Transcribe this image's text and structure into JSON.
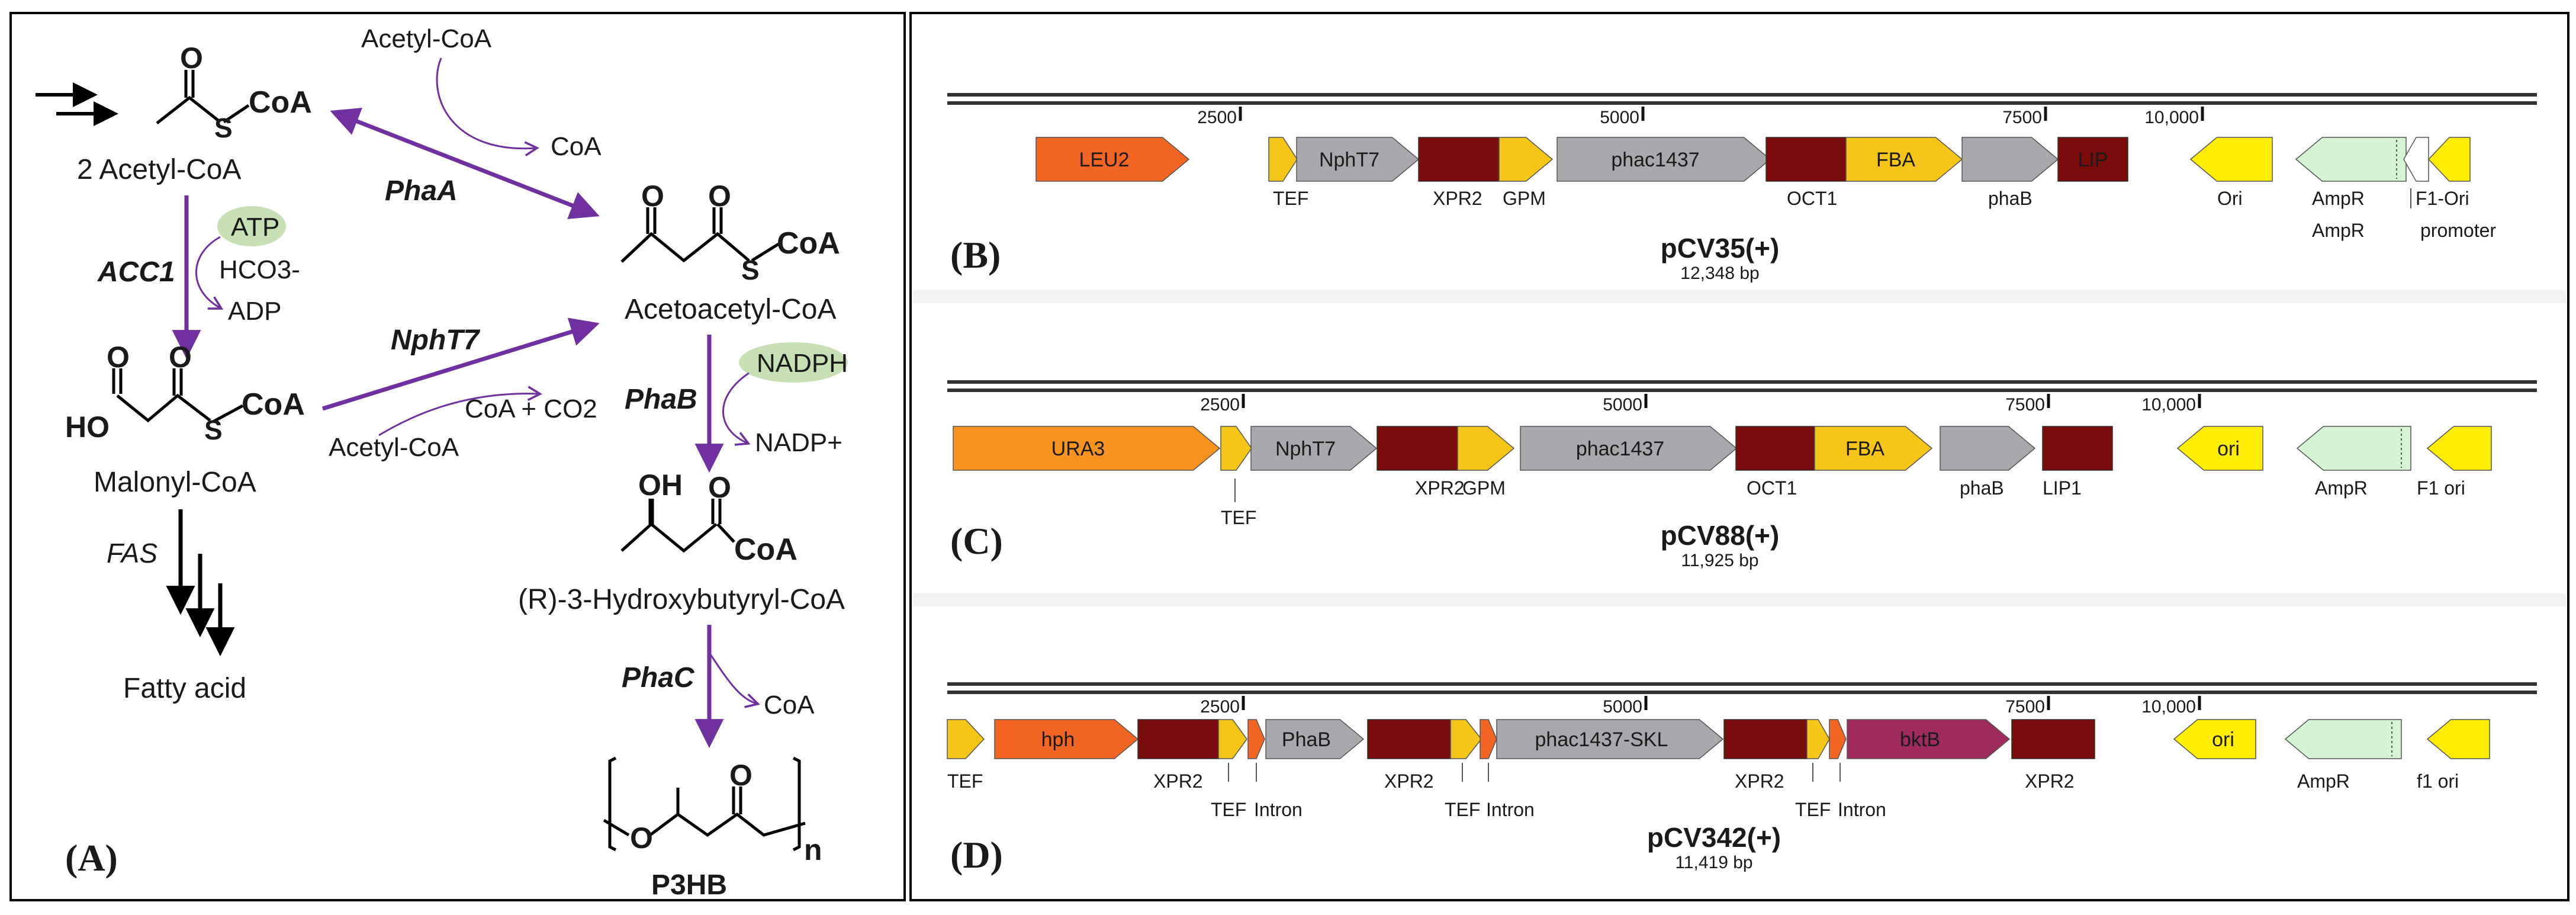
{
  "panel_a": {
    "panel_label": "(A)",
    "acetyl_coa": "2 Acetyl-CoA",
    "coa": "CoA",
    "o": "O",
    "s": "S",
    "ho": "HO",
    "oh": "OH",
    "n": "n",
    "malonyl_coa": "Malonyl-CoA",
    "acetoacetyl_coa": "Acetoacetyl-CoA",
    "hydroxybutyryl_coa": "(R)-3-Hydroxybutyryl-CoA",
    "fatty_acid": "Fatty acid",
    "p3hb": "P3HB",
    "enzymes": {
      "acc1": "ACC1",
      "fas": "FAS",
      "phaa": "PhaA",
      "nphT7": "NphT7",
      "phab": "PhaB",
      "phac": "PhaC"
    },
    "cofactors": {
      "atp": "ATP",
      "hco3": "HCO3-",
      "adp": "ADP",
      "acetyl_coa_phaa": "Acetyl-CoA",
      "coa_phaa": "CoA",
      "acetyl_coa_nph": "Acetyl-CoA",
      "coa_co2": "CoA + CO2",
      "nadph": "NADPH",
      "nadp": "NADP+",
      "coa_phac": "CoA"
    },
    "colors": {
      "enzyme_arrow": "#7030a0",
      "flux_arrow": "#000000",
      "cofactor_highlight": "#c6e0b4"
    }
  },
  "ticks": [
    "2500",
    "5000",
    "7500",
    "10,000"
  ],
  "panels": [
    {
      "id": "B",
      "label": "(B)",
      "name": "pCV35(+)",
      "size": "12,348 bp",
      "features": [
        {
          "id": "leu2",
          "label": "LEU2",
          "color": "#f26522",
          "text": "#ffffff"
        },
        {
          "id": "tef",
          "label": "",
          "color": "#f5c518"
        },
        {
          "id": "npht7",
          "label": "NphT7",
          "color": "#a6a8ab"
        },
        {
          "id": "xpr2",
          "label": "",
          "color": "#7b0c0c"
        },
        {
          "id": "gpm",
          "label": "",
          "color": "#f5c518"
        },
        {
          "id": "phac1437",
          "label": "phac1437",
          "color": "#a6a8ab"
        },
        {
          "id": "oct1",
          "label": "",
          "color": "#7b0c0c"
        },
        {
          "id": "fba",
          "label": "FBA",
          "color": "#f5c518"
        },
        {
          "id": "phab",
          "label": "",
          "color": "#a6a8ab"
        },
        {
          "id": "lip",
          "label": "LIP",
          "color": "#7b0c0c",
          "text": "#ffffff"
        },
        {
          "id": "ori",
          "label": "",
          "color": "#ffee00"
        },
        {
          "id": "ampr",
          "label": "",
          "color": "#d4f4d4"
        },
        {
          "id": "amp_prom",
          "label": "",
          "color": "#ffffff"
        },
        {
          "id": "f1ori",
          "label": "",
          "color": "#ffee00"
        }
      ],
      "below": [
        "TEF",
        "XPR2",
        "GPM",
        "OCT1",
        "phaB",
        "Ori",
        "AmpR",
        "F1-Ori",
        "AmpR",
        "promoter"
      ]
    },
    {
      "id": "C",
      "label": "(C)",
      "name": "pCV88(+)",
      "size": "11,925 bp",
      "features": [
        {
          "id": "ura3",
          "label": "URA3",
          "color": "#f7931e"
        },
        {
          "id": "tef",
          "label": "",
          "color": "#f5c518"
        },
        {
          "id": "npht7",
          "label": "NphT7",
          "color": "#a6a8ab"
        },
        {
          "id": "xpr2",
          "label": "",
          "color": "#7b0c0c"
        },
        {
          "id": "gpm",
          "label": "",
          "color": "#f5c518"
        },
        {
          "id": "phac1437",
          "label": "phac1437",
          "color": "#a6a8ab"
        },
        {
          "id": "oct1",
          "label": "",
          "color": "#7b0c0c"
        },
        {
          "id": "fba",
          "label": "FBA",
          "color": "#f5c518"
        },
        {
          "id": "phab",
          "label": "",
          "color": "#a6a8ab"
        },
        {
          "id": "lip1",
          "label": "",
          "color": "#7b0c0c"
        },
        {
          "id": "ori",
          "label": "ori",
          "color": "#ffee00"
        },
        {
          "id": "ampr",
          "label": "",
          "color": "#d4f4d4"
        },
        {
          "id": "f1ori",
          "label": "",
          "color": "#ffee00"
        }
      ],
      "below": [
        "TEF",
        "XPR2",
        "GPM",
        "OCT1",
        "phaB",
        "LIP1",
        "AmpR",
        "F1 ori"
      ]
    },
    {
      "id": "D",
      "label": "(D)",
      "name": "pCV342(+)",
      "size": "11,419 bp",
      "features": [
        {
          "id": "tef0",
          "label": "",
          "color": "#f5c518"
        },
        {
          "id": "hph",
          "label": "hph",
          "color": "#f26522",
          "text": "#ffffff"
        },
        {
          "id": "xpr2a",
          "label": "",
          "color": "#7b0c0c"
        },
        {
          "id": "tefa",
          "label": "",
          "color": "#f5c518"
        },
        {
          "id": "introna",
          "label": "",
          "color": "#f26522"
        },
        {
          "id": "phab",
          "label": "PhaB",
          "color": "#a6a8ab"
        },
        {
          "id": "xpr2b",
          "label": "",
          "color": "#7b0c0c"
        },
        {
          "id": "tefb",
          "label": "",
          "color": "#f5c518"
        },
        {
          "id": "intronb",
          "label": "",
          "color": "#f26522"
        },
        {
          "id": "phac",
          "label": "phac1437-SKL",
          "color": "#a6a8ab"
        },
        {
          "id": "xpr2c",
          "label": "",
          "color": "#7b0c0c"
        },
        {
          "id": "tefc",
          "label": "",
          "color": "#f5c518"
        },
        {
          "id": "intronc",
          "label": "",
          "color": "#f26522"
        },
        {
          "id": "bktb",
          "label": "bktB",
          "color": "#9e2a5e",
          "text": "#ffffff"
        },
        {
          "id": "xpr2d",
          "label": "",
          "color": "#7b0c0c"
        },
        {
          "id": "ori",
          "label": "ori",
          "color": "#ffee00"
        },
        {
          "id": "ampr",
          "label": "",
          "color": "#d4f4d4"
        },
        {
          "id": "f1ori",
          "label": "",
          "color": "#ffee00"
        }
      ],
      "below": [
        "TEF",
        "XPR2",
        "TEF",
        "Intron",
        "XPR2",
        "TEF",
        "Intron",
        "XPR2",
        "TEF",
        "Intron",
        "XPR2",
        "AmpR",
        "f1 ori"
      ]
    }
  ]
}
